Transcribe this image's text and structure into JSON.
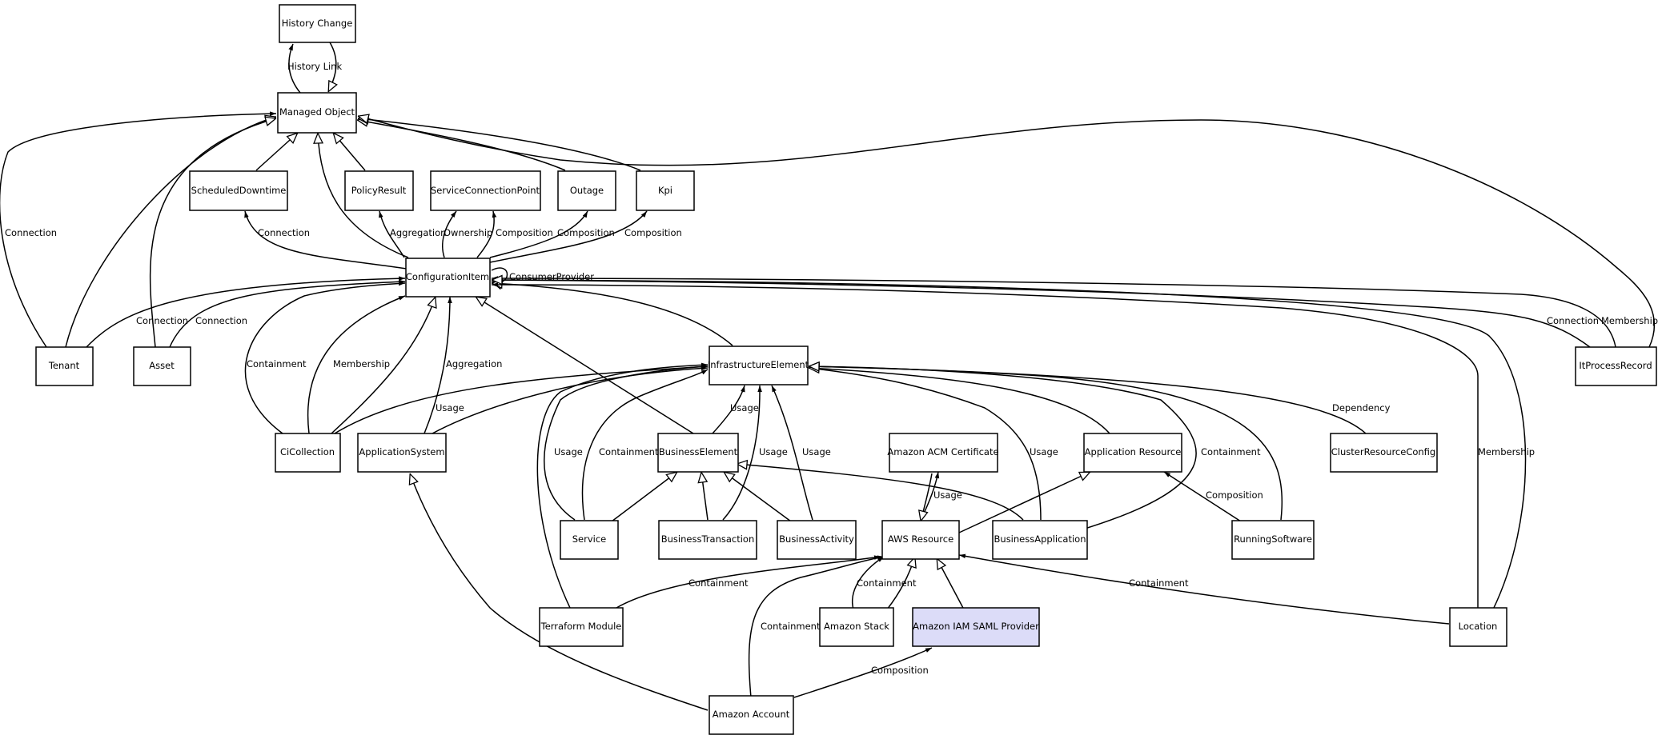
{
  "nodes": {
    "history_change": "History Change",
    "managed_object": "Managed Object",
    "scheduled_downtime": "ScheduledDowntime",
    "policy_result": "PolicyResult",
    "service_connection_point": "ServiceConnectionPoint",
    "outage": "Outage",
    "kpi": "Kpi",
    "configuration_item": "ConfigurationItem",
    "tenant": "Tenant",
    "asset": "Asset",
    "infrastructure_element": "InfrastructureElement",
    "it_process_record": "ItProcessRecord",
    "ci_collection": "CiCollection",
    "application_system": "ApplicationSystem",
    "business_element": "BusinessElement",
    "amazon_acm_certificate": "Amazon ACM Certificate",
    "application_resource": "Application Resource",
    "cluster_resource_config": "ClusterResourceConfig",
    "service": "Service",
    "business_transaction": "BusinessTransaction",
    "business_activity": "BusinessActivity",
    "aws_resource": "AWS Resource",
    "business_application": "BusinessApplication",
    "running_software": "RunningSoftware",
    "terraform_module": "Terraform Module",
    "amazon_stack": "Amazon Stack",
    "amazon_iam_saml_provider": "Amazon IAM SAML Provider",
    "location": "Location",
    "amazon_account": "Amazon Account"
  },
  "edge_labels": {
    "history_link": "History Link",
    "connection_tenant_mo": "Connection",
    "connection_sd": "Connection",
    "aggregation_pr": "Aggregation",
    "ownership_scp": "Ownership",
    "composition_scp": "Composition",
    "composition_outage": "Composition",
    "composition_kpi": "Composition",
    "consumer_provider": "ConsumerProvider",
    "connection_tenant_ci": "Connection",
    "connection_asset_ci": "Connection",
    "containment_cicol": "Containment",
    "membership_cicol": "Membership",
    "aggregation_appsys": "Aggregation",
    "usage_cicol_ie": "Usage",
    "usage_be_ie": "Usage",
    "usage_service_ie": "Usage",
    "containment_service_ie": "Containment",
    "usage_bt_ie": "Usage",
    "usage_ba_ie": "Usage",
    "usage_busapp_ie": "Usage",
    "containment_busapp_ie": "Containment",
    "dependency_crc": "Dependency",
    "usage_aws_acm": "Usage",
    "composition_rs": "Composition",
    "connection_itpr": "Connection",
    "membership_itpr": "Membership",
    "membership_location": "Membership",
    "containment_tf": "Containment",
    "containment_stack": "Containment",
    "containment_location": "Containment",
    "containment_account": "Containment",
    "composition_account": "Composition"
  }
}
